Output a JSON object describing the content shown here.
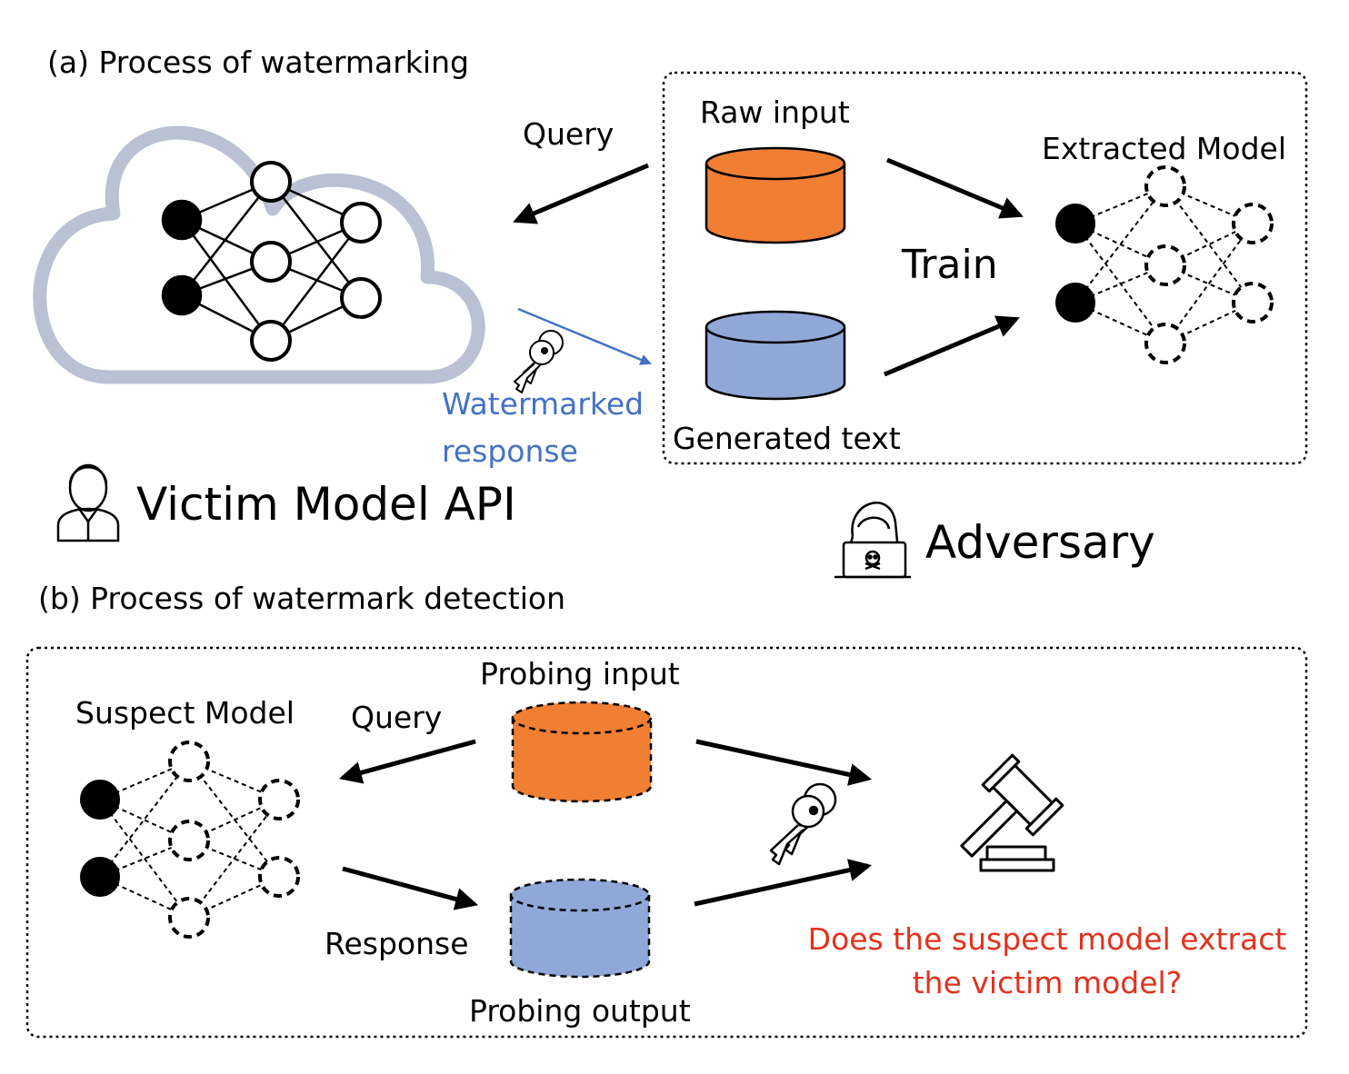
{
  "section_a": {
    "title": "(a) Process of watermarking",
    "victim_label": "Victim Model API",
    "query_label": "Query",
    "watermarked_line1": "Watermarked",
    "watermarked_line2": "response",
    "raw_input_label": "Raw input",
    "generated_text_label": "Generated text",
    "train_label": "Train",
    "extracted_model_label": "Extracted Model",
    "adversary_label": "Adversary"
  },
  "section_b": {
    "title": "(b) Process of watermark detection",
    "suspect_model_label": "Suspect Model",
    "query_label": "Query",
    "response_label": "Response",
    "probing_input_label": "Probing input",
    "probing_output_label": "Probing output",
    "question_line1": "Does the suspect model extract",
    "question_line2": "the victim model?"
  },
  "colors": {
    "raw_input": "#F07F34",
    "generated_text": "#8FA8D8",
    "watermark_blue": "#4472C4",
    "question_red": "#E2321E",
    "cloud": "#B9C1D2"
  },
  "icons": [
    "cloud-icon",
    "key-icon",
    "person-icon",
    "hacker-icon",
    "gavel-icon",
    "database-icon",
    "neural-network-icon"
  ]
}
